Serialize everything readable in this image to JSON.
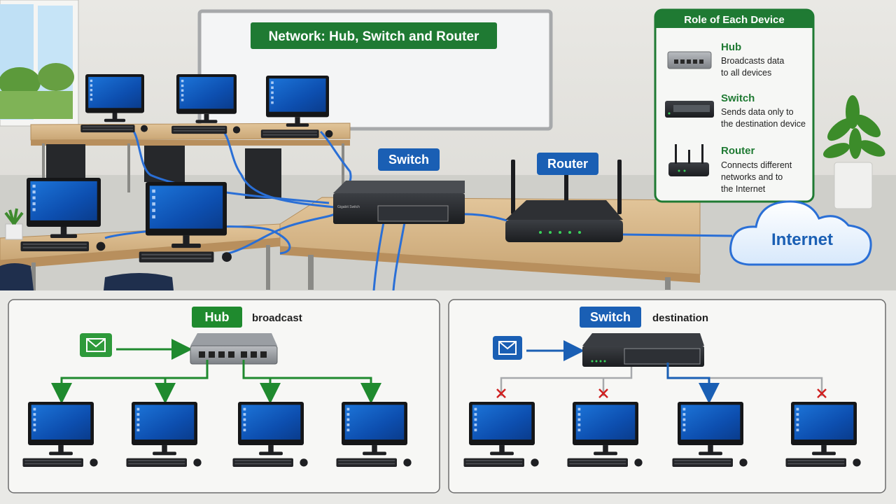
{
  "scene": {
    "title": "Network: Hub, Switch and Router",
    "switch_label": "Switch",
    "router_label": "Router",
    "internet_label": "Internet"
  },
  "legend": {
    "heading": "Role of Each Device",
    "items": [
      {
        "name": "Hub",
        "desc": [
          "Broadcasts data",
          "to all devices"
        ]
      },
      {
        "name": "Switch",
        "desc": [
          "Sends data only to",
          "the destination device"
        ]
      },
      {
        "name": "Router",
        "desc": [
          "Connects different",
          "networks and to",
          "the Internet"
        ]
      }
    ]
  },
  "hub_panel": {
    "badge": "Hub",
    "caption": "broadcast"
  },
  "switch_panel": {
    "badge": "Switch",
    "caption": "destination"
  },
  "colors": {
    "green": "#1f8a2e",
    "blue": "#1a5fb4",
    "cable": "#2a6fd6",
    "red": "#d02020"
  }
}
